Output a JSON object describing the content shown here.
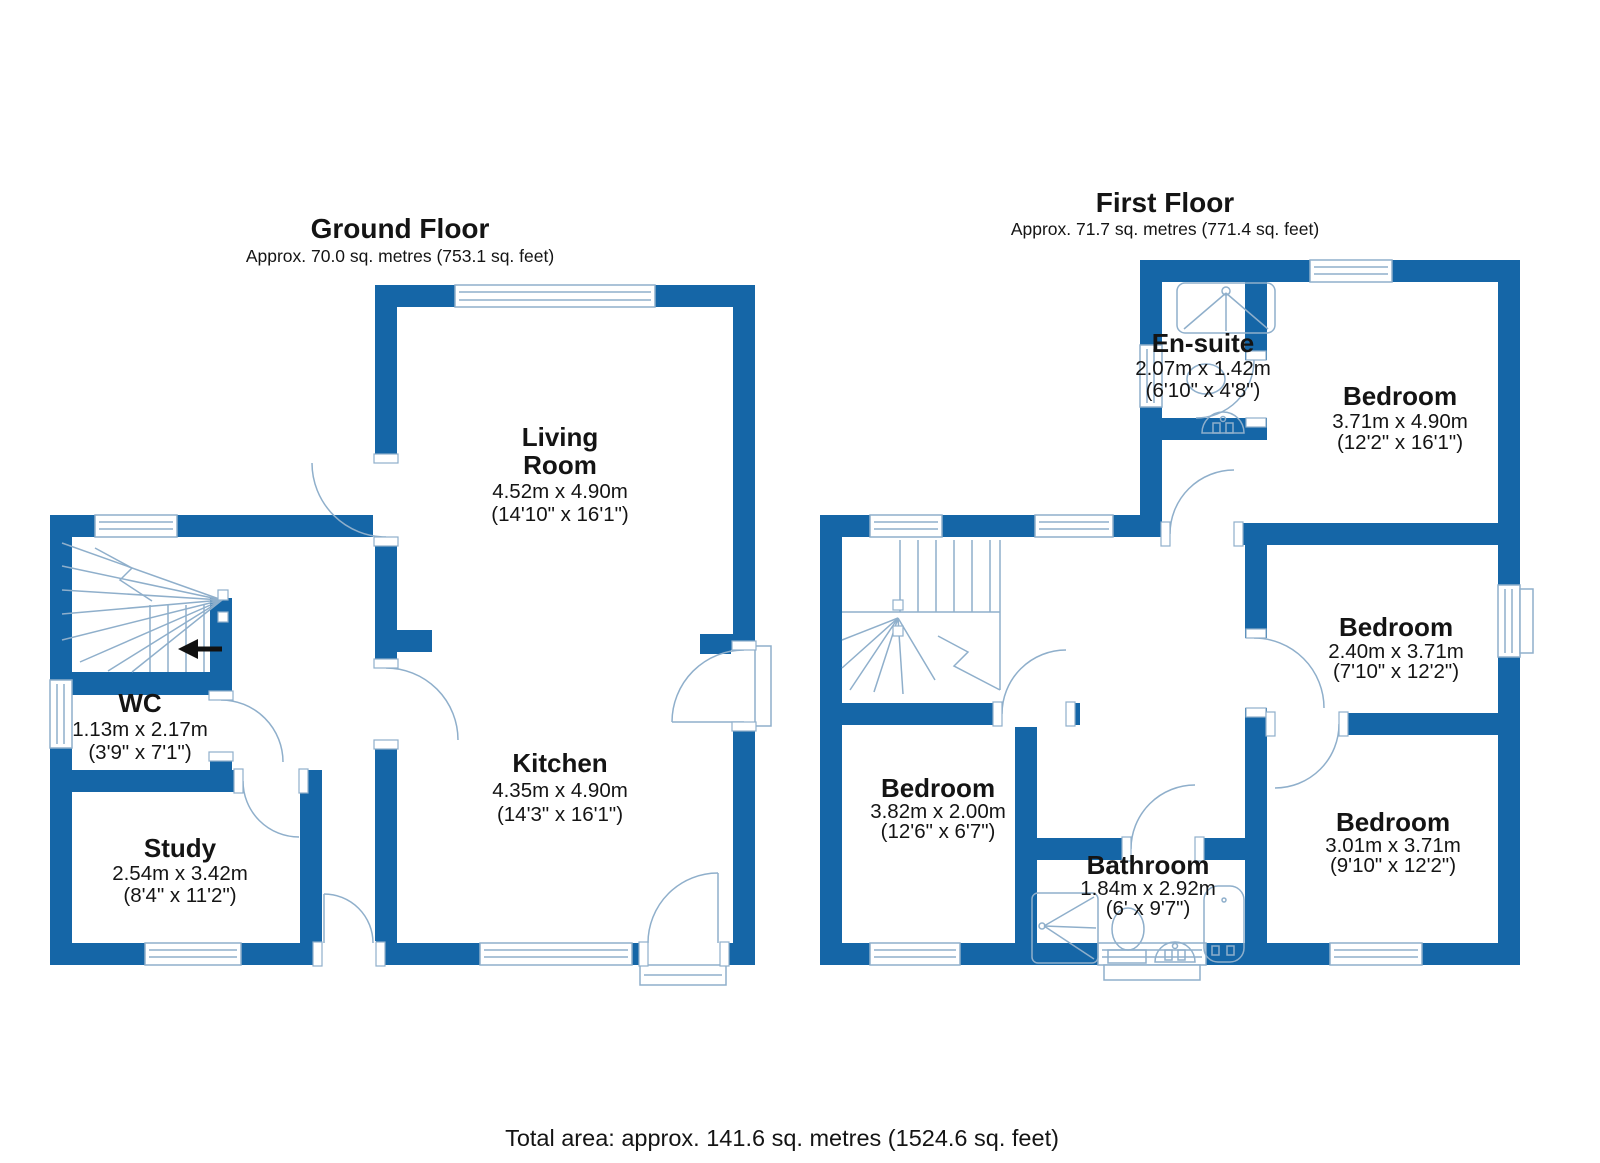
{
  "colors": {
    "wall": "#1566A7",
    "line": "#8FAFCB",
    "text": "#141414"
  },
  "ground_floor": {
    "title": "Ground Floor",
    "subtitle": "Approx. 70.0 sq. metres (753.1 sq. feet)",
    "rooms": {
      "living_room": {
        "line1": "Living",
        "line2": "Room",
        "metric": "4.52m x 4.90m",
        "imperial": "(14'10\" x 16'1\")"
      },
      "kitchen": {
        "name": "Kitchen",
        "metric": "4.35m x 4.90m",
        "imperial": "(14'3\" x 16'1\")"
      },
      "wc": {
        "name": "WC",
        "metric": "1.13m x 2.17m",
        "imperial": "(3'9\" x 7'1\")"
      },
      "study": {
        "name": "Study",
        "metric": "2.54m x 3.42m",
        "imperial": "(8'4\" x 11'2\")"
      }
    }
  },
  "first_floor": {
    "title": "First Floor",
    "subtitle": "Approx. 71.7 sq. metres (771.4 sq. feet)",
    "rooms": {
      "ensuite": {
        "name": "En-suite",
        "metric": "2.07m x 1.42m",
        "imperial": "(6'10\" x 4'8\")"
      },
      "bedroom1": {
        "name": "Bedroom",
        "metric": "3.71m x 4.90m",
        "imperial": "(12'2\" x 16'1\")"
      },
      "bedroom2": {
        "name": "Bedroom",
        "metric": "2.40m x 3.71m",
        "imperial": "(7'10\" x 12'2\")"
      },
      "bedroom3": {
        "name": "Bedroom",
        "metric": "3.82m x 2.00m",
        "imperial": "(12'6\" x 6'7\")"
      },
      "bedroom4": {
        "name": "Bedroom",
        "metric": "3.01m x 3.71m",
        "imperial": "(9'10\" x 12'2\")"
      },
      "bathroom": {
        "name": "Bathroom",
        "metric": "1.84m x 2.92m",
        "imperial": "(6' x 9'7\")"
      }
    }
  },
  "footer": {
    "total_area": "Total area: approx. 141.6 sq. metres (1524.6 sq. feet)"
  }
}
